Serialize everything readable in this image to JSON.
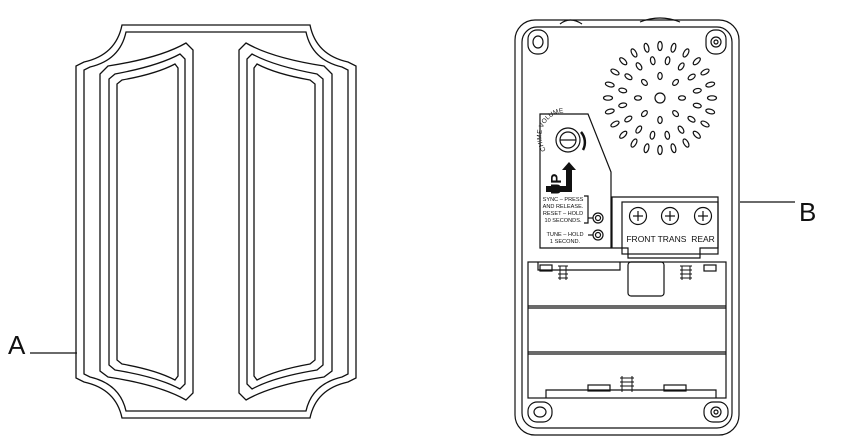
{
  "callouts": {
    "a": "A",
    "b": "B"
  },
  "chime_volume": "CHIME VOLUME",
  "up_label": "UP",
  "sync_instructions": [
    "SYNC – PRESS",
    "AND RELEASE.",
    "RESET – HOLD",
    "10 SECONDS."
  ],
  "tune_instructions": [
    "TUNE – HOLD",
    "1 SECOND."
  ],
  "terminals": {
    "front": "FRONT",
    "trans": "TRANS",
    "rear": "REAR"
  }
}
